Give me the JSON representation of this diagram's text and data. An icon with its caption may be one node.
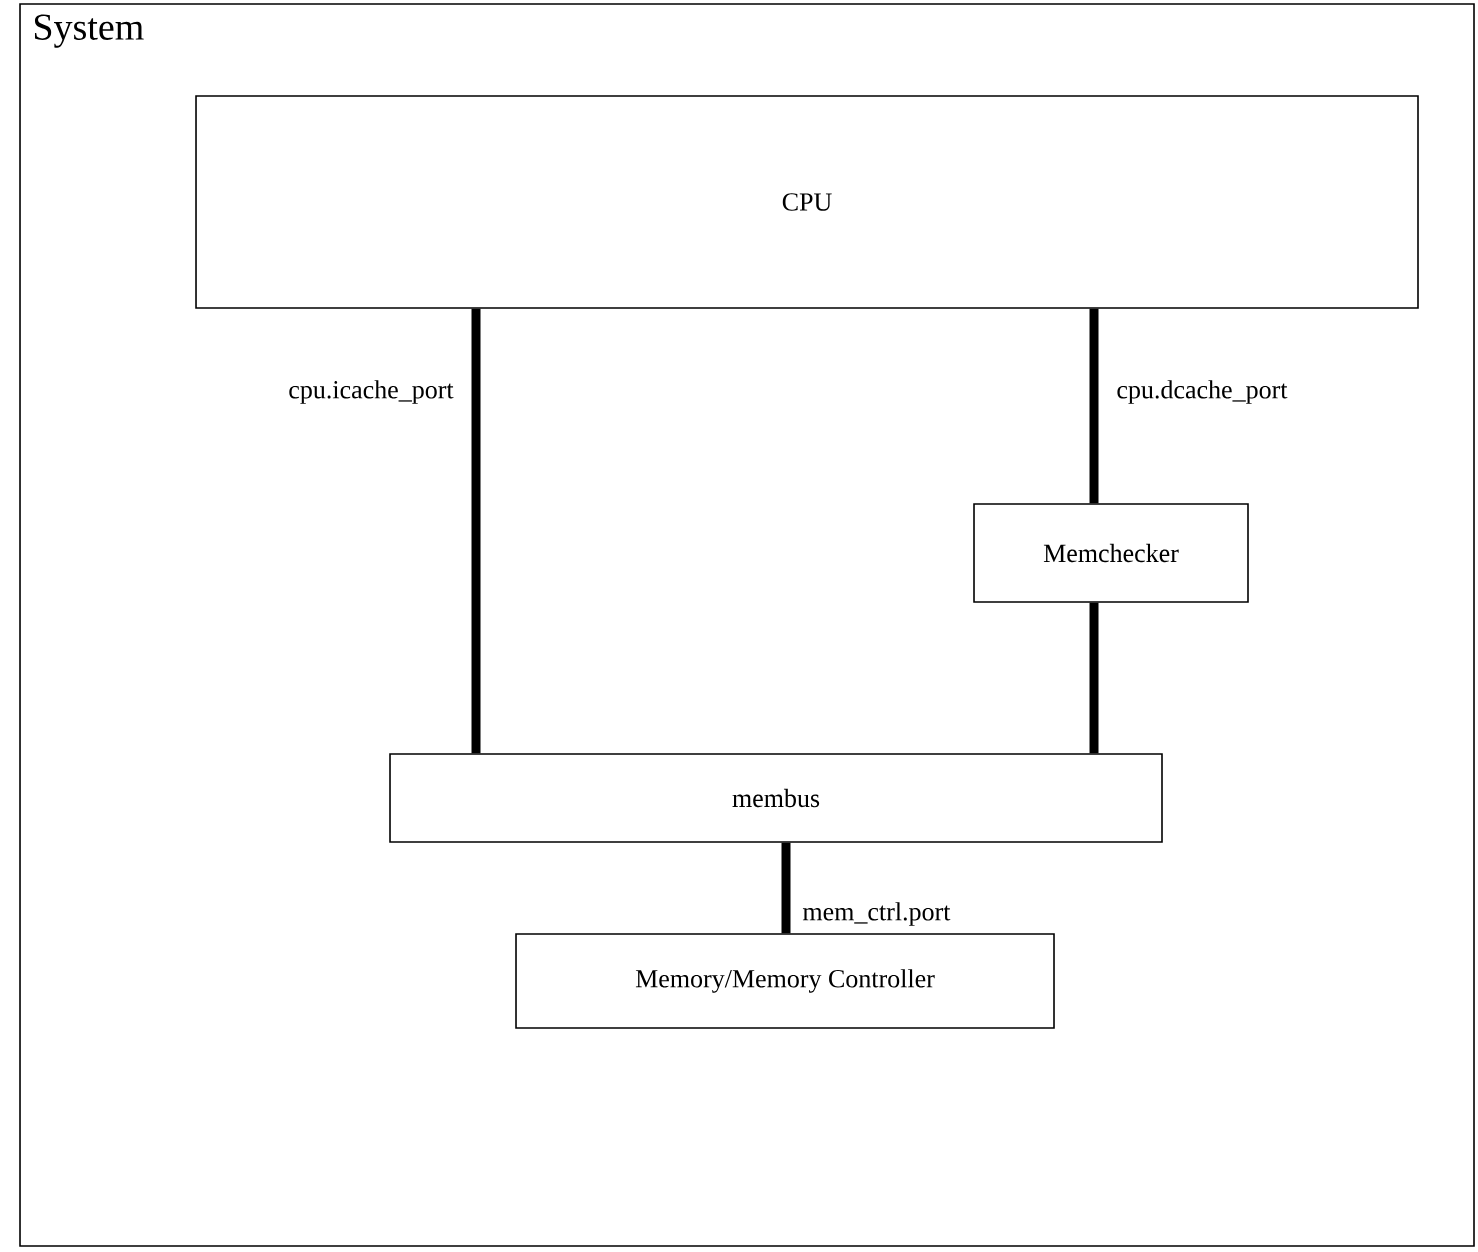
{
  "diagram": {
    "nodes": [
      {
        "text": [
          "System"
        ]
      },
      {
        "text": [
          "CPU"
        ],
        "in": 0
      },
      {
        "text": [
          "Memchecker"
        ],
        "in": 0
      },
      {
        "text": [
          "membus"
        ],
        "in": 0
      },
      {
        "text": [
          "Memory/Memory Controller"
        ],
        "in": 0
      }
    ],
    "edges": [
      {
        "from": 1,
        "to": 3,
        "arrow": "none",
        "label": "cpu.icache_port"
      },
      {
        "from": 1,
        "to": 2,
        "arrow": "none",
        "label": "cpu.dcache_port"
      },
      {
        "from": 2,
        "to": 3,
        "arrow": "none"
      },
      {
        "from": 3,
        "to": 4,
        "arrow": "none",
        "label": "mem_ctrl.port"
      }
    ]
  }
}
